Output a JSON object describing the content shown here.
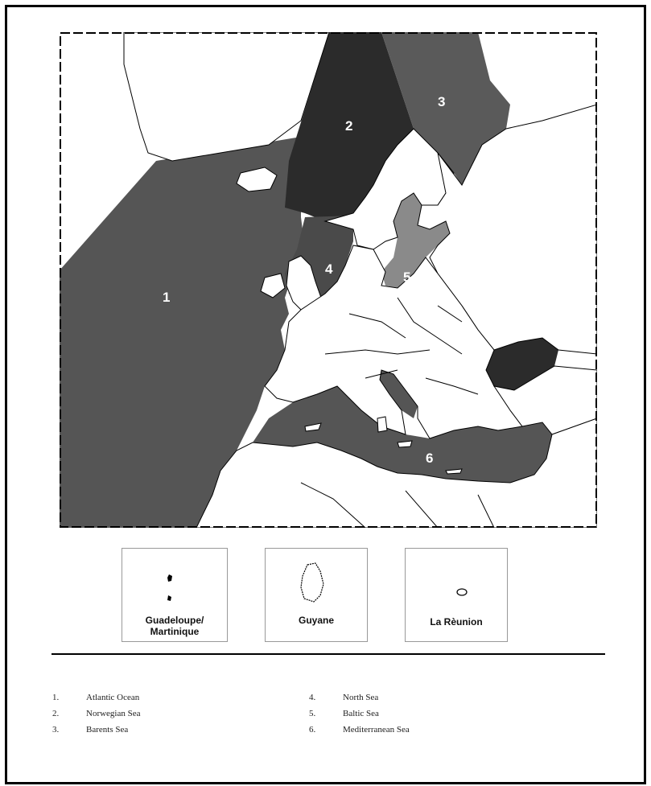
{
  "map": {
    "zone_labels": [
      "1",
      "2",
      "3",
      "4",
      "5",
      "6"
    ],
    "colors": {
      "atlantic": "#555555",
      "norwegian": "#2b2b2b",
      "barents": "#5a5a5a",
      "north_sea": "#4a4a4a",
      "baltic": "#8a8a8a",
      "mediterranean": "#555555",
      "black_sea": "#2b2b2b",
      "land": "#ffffff",
      "border": "#000000"
    }
  },
  "insets": [
    {
      "label_line1": "Guadeloupe/",
      "label_line2": "Martinique",
      "icon": "island-shape-icon"
    },
    {
      "label_line1": "Guyane",
      "label_line2": "",
      "icon": "territory-outline-icon"
    },
    {
      "label_line1": "La Rèunion",
      "label_line2": "",
      "icon": "island-outline-icon"
    }
  ],
  "legend": [
    {
      "num": "1.",
      "name": "Atlantic Ocean"
    },
    {
      "num": "2.",
      "name": "Norwegian Sea"
    },
    {
      "num": "3.",
      "name": "Barents Sea"
    },
    {
      "num": "4.",
      "name": "North Sea"
    },
    {
      "num": "5.",
      "name": "Baltic Sea"
    },
    {
      "num": "6.",
      "name": "Mediterranean Sea"
    }
  ]
}
